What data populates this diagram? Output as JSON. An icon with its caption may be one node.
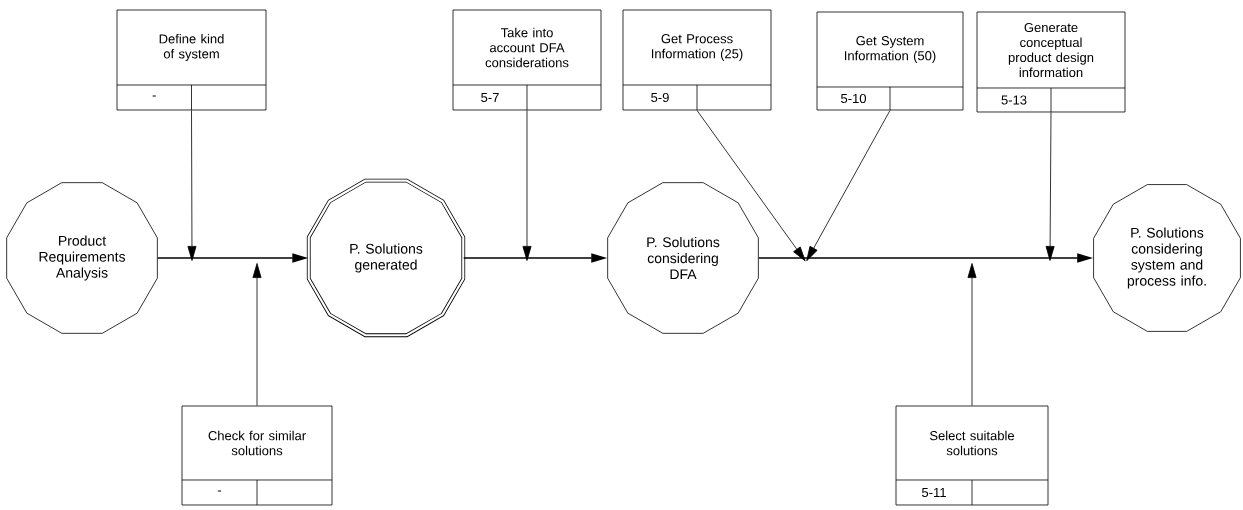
{
  "diagram": {
    "nodes": [
      {
        "text": [
          "Product Requirements Analysis"
        ]
      },
      {
        "text": [
          "P. Solutions generated"
        ]
      },
      {
        "text": [
          "P. Solutions considering DFA"
        ]
      },
      {
        "text": [
          "P. Solutions considering system and process info."
        ]
      },
      {
        "text": [
          "Define kind of system",
          "-"
        ]
      },
      {
        "text": [
          "Take into account DFA considerations",
          "5-7"
        ]
      },
      {
        "text": [
          "Get Process Information (25)",
          "5-9"
        ]
      },
      {
        "text": [
          "Get System Information (50)",
          "5-10"
        ]
      },
      {
        "text": [
          "Generate conceptual product design information",
          "5-13"
        ]
      },
      {
        "text": [
          "Check for similar solutions",
          "-"
        ]
      },
      {
        "text": [
          "Select suitable solutions",
          "5-11"
        ]
      }
    ],
    "edges": [
      {
        "from": 0,
        "to": 1,
        "arrow": "to"
      },
      {
        "from": 1,
        "to": 2,
        "arrow": "to"
      },
      {
        "from": 2,
        "to": 3,
        "arrow": "to"
      },
      {
        "from": 4,
        "to": null,
        "arrow": "to"
      },
      {
        "from": 5,
        "to": null,
        "arrow": "to"
      },
      {
        "from": 6,
        "to": null,
        "arrow": "to"
      },
      {
        "from": 7,
        "to": null,
        "arrow": "to"
      },
      {
        "from": 8,
        "to": null,
        "arrow": "to"
      },
      {
        "from": 9,
        "to": null,
        "arrow": "to"
      },
      {
        "from": 10,
        "to": null,
        "arrow": "to"
      }
    ]
  }
}
